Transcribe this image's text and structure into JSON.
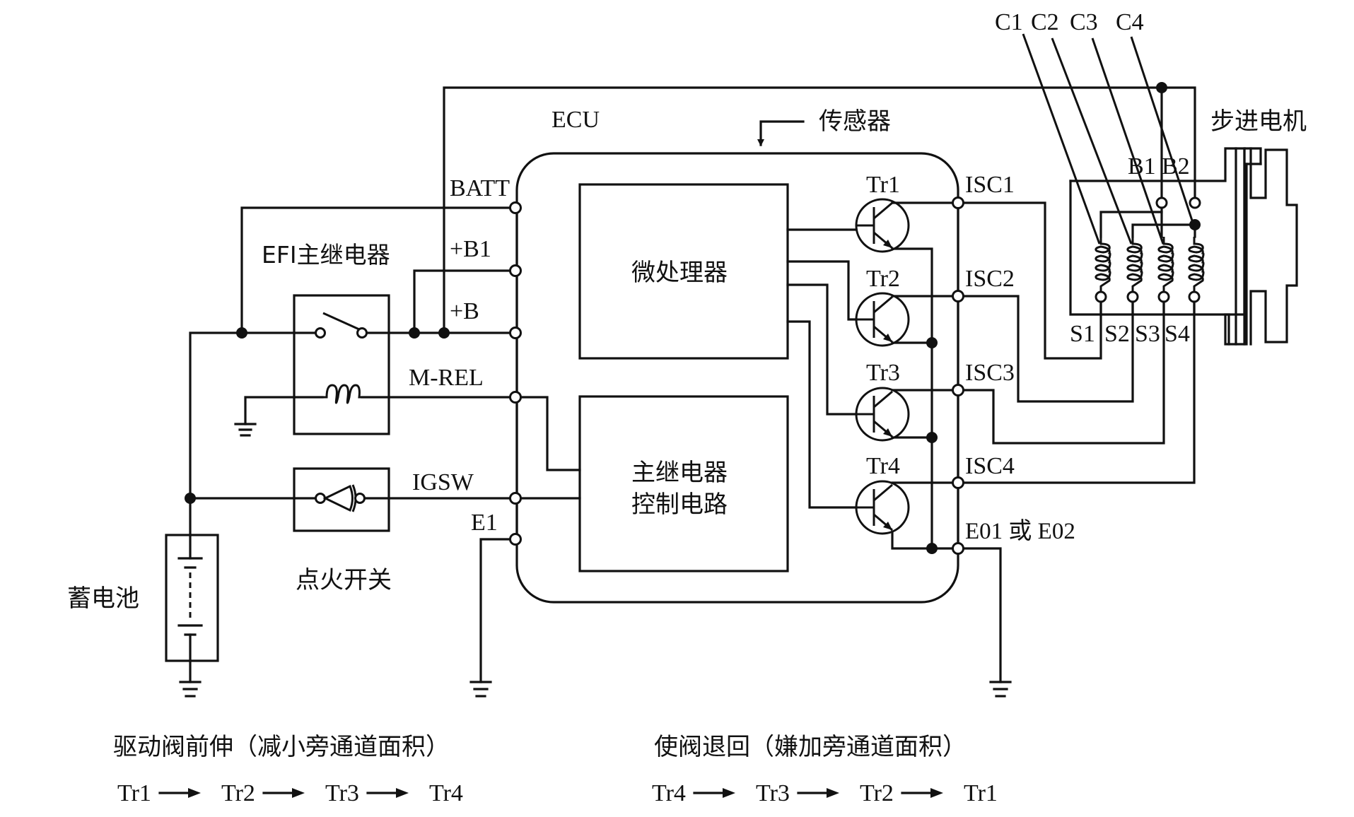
{
  "diagram": {
    "title": "ECU stepper-motor idle speed control circuit",
    "labels": {
      "ecu": "ECU",
      "sensor": "传感器",
      "stepper_motor": "步进电机",
      "efi_main_relay": "EFI主继电器",
      "ignition_switch": "点火开关",
      "battery": "蓄电池",
      "microprocessor": "微处理器",
      "relay_control_line1": "主继电器",
      "relay_control_line2": "控制电路"
    },
    "ecu_pins_left": [
      {
        "id": "batt",
        "label": "BATT"
      },
      {
        "id": "b1",
        "label": "+B1"
      },
      {
        "id": "b",
        "label": "+B"
      },
      {
        "id": "mrel",
        "label": "M-REL"
      },
      {
        "id": "igsw",
        "label": "IGSW"
      },
      {
        "id": "e1",
        "label": "E1"
      }
    ],
    "ecu_pins_right": [
      {
        "id": "isc1",
        "label": "ISC1"
      },
      {
        "id": "isc2",
        "label": "ISC2"
      },
      {
        "id": "isc3",
        "label": "ISC3"
      },
      {
        "id": "isc4",
        "label": "ISC4"
      },
      {
        "id": "e01",
        "label": "E01 或 E02"
      }
    ],
    "transistors": [
      "Tr1",
      "Tr2",
      "Tr3",
      "Tr4"
    ],
    "coil_labels": [
      "C1",
      "C2",
      "C3",
      "C4"
    ],
    "motor_terminals_top": [
      "B1",
      "B2"
    ],
    "motor_terminals_bottom": [
      "S1",
      "S2",
      "S3",
      "S4"
    ]
  },
  "captions": {
    "forward": {
      "title": "驱动阀前伸（减小旁通道面积）",
      "sequence": [
        "Tr1",
        "Tr2",
        "Tr3",
        "Tr4"
      ]
    },
    "retract": {
      "title": "使阀退回（嫌加旁通道面积）",
      "sequence": [
        "Tr4",
        "Tr3",
        "Tr2",
        "Tr1"
      ]
    }
  }
}
